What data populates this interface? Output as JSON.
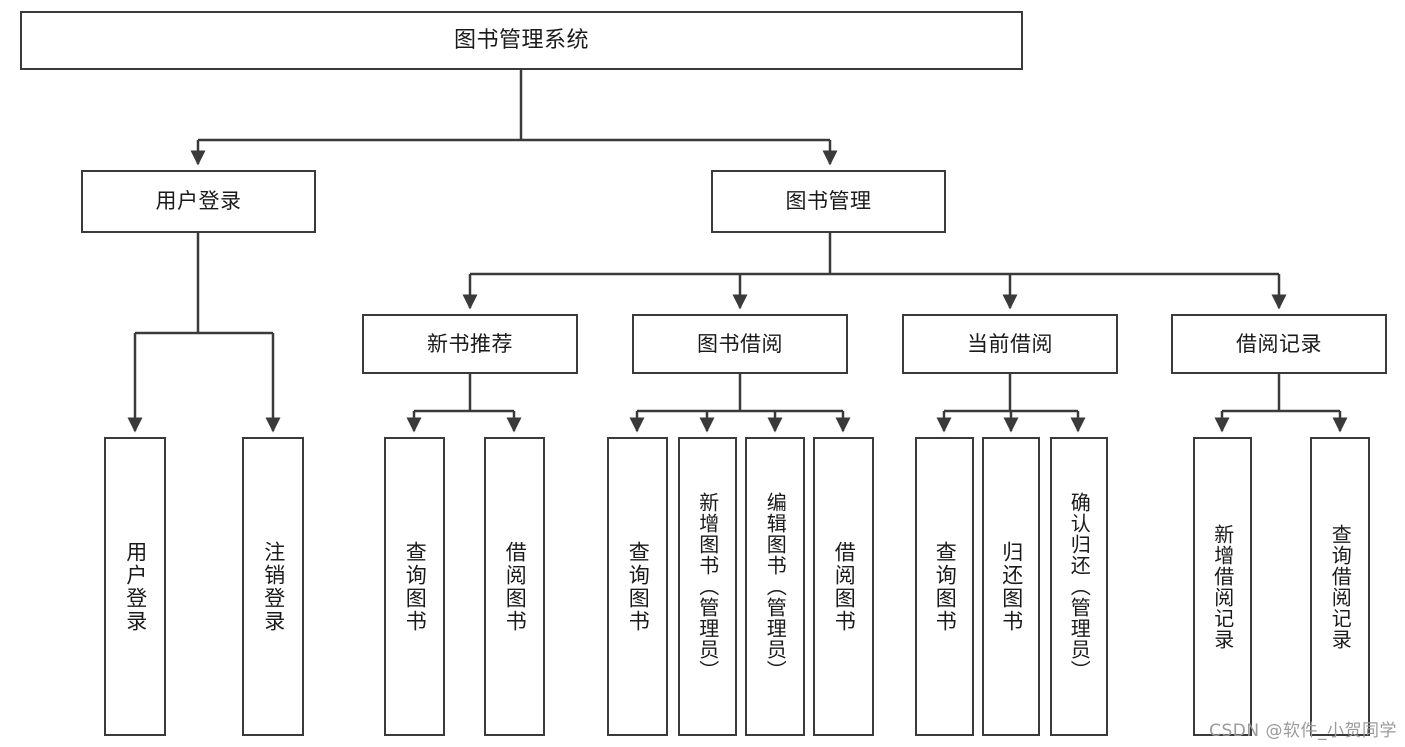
{
  "diagram": {
    "title": "图书管理系统",
    "type": "tree-hierarchy",
    "stroke_color": "#3a3a3a",
    "text_color": "#1a1a1a",
    "background": "#ffffff"
  },
  "nodes": {
    "root": {
      "label": "图书管理系统"
    },
    "level2": [
      {
        "id": "user-login",
        "label": "用户登录"
      },
      {
        "id": "book-manage",
        "label": "图书管理"
      }
    ],
    "level3": [
      {
        "id": "new-book-recommend",
        "label": "新书推荐"
      },
      {
        "id": "book-borrow",
        "label": "图书借阅"
      },
      {
        "id": "current-borrow",
        "label": "当前借阅"
      },
      {
        "id": "borrow-record",
        "label": "借阅记录"
      }
    ],
    "leaves": [
      {
        "id": "leaf-user-login",
        "label": "用户登录"
      },
      {
        "id": "leaf-logout-login",
        "label": "注销登录"
      },
      {
        "id": "leaf-query-book-1",
        "label": "查询图书"
      },
      {
        "id": "leaf-borrow-book-1",
        "label": "借阅图书"
      },
      {
        "id": "leaf-query-book-2",
        "label": "查询图书"
      },
      {
        "id": "leaf-add-book",
        "label": "新增图书（管理员）"
      },
      {
        "id": "leaf-edit-book",
        "label": "编辑图书（管理员）"
      },
      {
        "id": "leaf-borrow-book-2",
        "label": "借阅图书"
      },
      {
        "id": "leaf-query-book-3",
        "label": "查询图书"
      },
      {
        "id": "leaf-return-book",
        "label": "归还图书"
      },
      {
        "id": "leaf-confirm-return",
        "label": "确认归还（管理员）"
      },
      {
        "id": "leaf-add-borrow-record",
        "label": "新增借阅记录"
      },
      {
        "id": "leaf-query-borrow-record",
        "label": "查询借阅记录"
      }
    ]
  },
  "watermark": {
    "text": "CSDN @软件_小贺同学"
  }
}
